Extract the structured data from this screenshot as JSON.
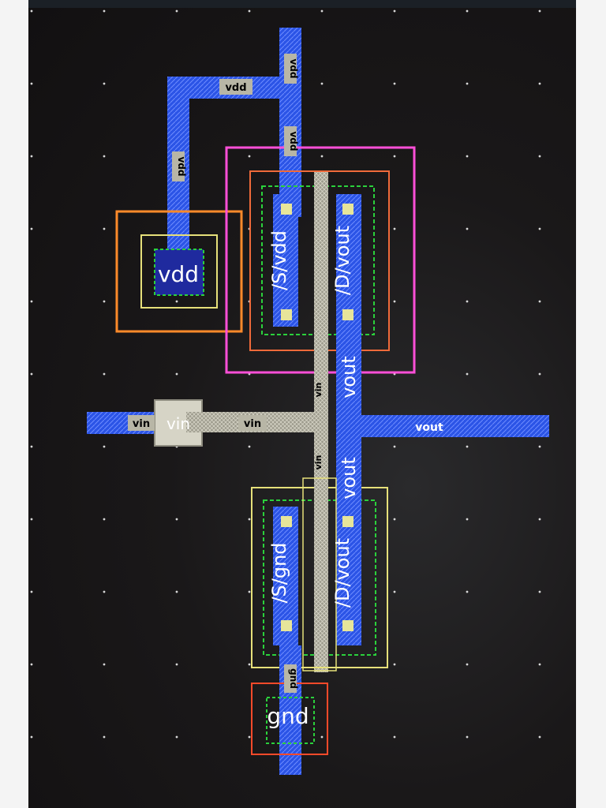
{
  "layout": {
    "big_labels": {
      "vdd_pin": "vdd",
      "gnd_pin": "gnd",
      "pmos_source": "/S/vdd",
      "pmos_drain": "/D/vout",
      "nmos_source": "/S/gnd",
      "nmos_drain": "/D/vout",
      "vout_top": "vout",
      "vout_bottom": "vout",
      "vin_pin": "vin"
    },
    "wire_labels": {
      "vdd_h": "vdd",
      "vdd_left": "vdd",
      "vdd_right_top": "vdd",
      "vdd_right_mid": "vdd",
      "vin_left": "vin",
      "vin_mid": "vin",
      "vin_gate_top": "vin",
      "vin_gate_bottom": "vin",
      "vout_right": "vout",
      "gnd_wire": "gnd"
    },
    "colors": {
      "metal1": "#2b54e6",
      "poly": "#b8b6a6",
      "nwell": "#ff4fd8",
      "pplus": "#f06a3a",
      "nplus_outline": "#e6e07a",
      "active_green": "#2bd13c",
      "via_yellow": "#e7e59a",
      "orange_box": "#ff8a2a",
      "red_box": "#ff4a2a",
      "label_bg": "#b8b6a6",
      "label_text": "#000000",
      "big_text": "#ffffff"
    }
  }
}
